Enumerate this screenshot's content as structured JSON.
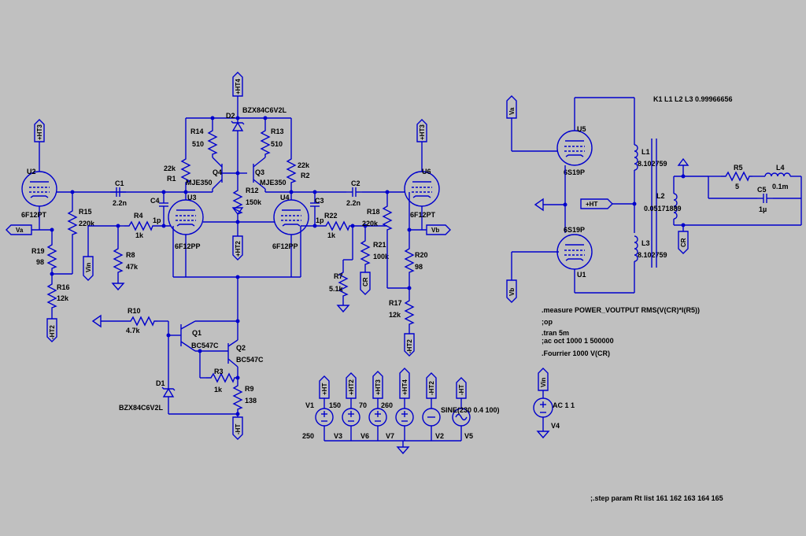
{
  "tubes": {
    "u2": {
      "ref": "U2",
      "model": "6F12PT"
    },
    "u3": {
      "ref": "U3",
      "model": "6F12PP"
    },
    "u4": {
      "ref": "U4",
      "model": "6F12PP"
    },
    "u6": {
      "ref": "U6",
      "model": "6F12PT"
    },
    "u5": {
      "ref": "U5",
      "model": "6S19P"
    },
    "u1": {
      "ref": "U1",
      "model": "6S19P"
    }
  },
  "resistors": {
    "r1": {
      "ref": "R1",
      "value": "22k"
    },
    "r2": {
      "ref": "R2",
      "value": "22k"
    },
    "r3": {
      "ref": "R3",
      "value": "1k"
    },
    "r4": {
      "ref": "R4",
      "value": "1k"
    },
    "r5": {
      "ref": "R5",
      "value": "5"
    },
    "r7": {
      "ref": "R7",
      "value": "5.1k"
    },
    "r8": {
      "ref": "R8",
      "value": "47k"
    },
    "r9": {
      "ref": "R9",
      "value": "138"
    },
    "r10": {
      "ref": "R10",
      "value": "4.7k"
    },
    "r12": {
      "ref": "R12",
      "value": "150k"
    },
    "r13": {
      "ref": "R13",
      "value": "510"
    },
    "r14": {
      "ref": "R14",
      "value": "510"
    },
    "r15": {
      "ref": "R15",
      "value": "220k"
    },
    "r16": {
      "ref": "R16",
      "value": "12k"
    },
    "r17": {
      "ref": "R17",
      "value": "12k"
    },
    "r18": {
      "ref": "R18",
      "value": "220k"
    },
    "r19": {
      "ref": "R19",
      "value": "98"
    },
    "r20": {
      "ref": "R20",
      "value": "98"
    },
    "r21": {
      "ref": "R21",
      "value": "100k"
    },
    "r22": {
      "ref": "R22",
      "value": "1k"
    }
  },
  "capacitors": {
    "c1": {
      "ref": "C1",
      "value": "2.2n"
    },
    "c2": {
      "ref": "C2",
      "value": "2.2n"
    },
    "c3": {
      "ref": "C3",
      "value": "1p"
    },
    "c4": {
      "ref": "C4",
      "value": "1p"
    },
    "c5": {
      "ref": "C5",
      "value": "1µ"
    }
  },
  "transistors": {
    "q1": {
      "ref": "Q1",
      "model": "BC547C"
    },
    "q2": {
      "ref": "Q2",
      "model": "BC547C"
    },
    "q3": {
      "ref": "Q3",
      "model": "MJE350"
    },
    "q4": {
      "ref": "Q4",
      "model": "MJE350"
    }
  },
  "diodes": {
    "d1": {
      "ref": "D1",
      "model": "BZX84C6V2L"
    },
    "d2": {
      "ref": "D2",
      "model": "BZX84C6V2L"
    }
  },
  "inductors": {
    "l1": {
      "ref": "L1",
      "value": "8.102759"
    },
    "l2": {
      "ref": "L2",
      "value": "0.05171889"
    },
    "l3": {
      "ref": "L3",
      "value": "8.102759"
    },
    "l4": {
      "ref": "L4",
      "value": "0.1m"
    }
  },
  "sources": {
    "v1": {
      "ref": "V1",
      "value": "250"
    },
    "v3": {
      "ref": "V3",
      "value": "150"
    },
    "v6": {
      "ref": "V6",
      "value": "70"
    },
    "v7": {
      "ref": "V7",
      "value": "260"
    },
    "v2": {
      "ref": "V2"
    },
    "v5": {
      "ref": "V5",
      "value": "SINE(230 0.4 100)"
    },
    "v4": {
      "ref": "V4",
      "value": "AC 1 1"
    }
  },
  "nets": {
    "ht": "+HT",
    "neg_ht": "-HT",
    "ht2": "+HT2",
    "neg_ht2": "-HT2",
    "ht3": "+HT3",
    "ht4": "+HT4",
    "va": "Va",
    "vb": "Vb",
    "vin": "Vin",
    "cr": "CR"
  },
  "directives": {
    "coupling": "K1 L1 L2 L3 0.99966656",
    "measure": ".measure POWER_VOUTPUT RMS(V(CR)*I(R5))",
    "op": ";op",
    "tran": ".tran 5m",
    "ac": ";ac oct 1000 1 500000",
    "fourier": ".Fourrier 1000 V(CR)",
    "step": ";.step param Rt list 161 162 163 164 165"
  }
}
